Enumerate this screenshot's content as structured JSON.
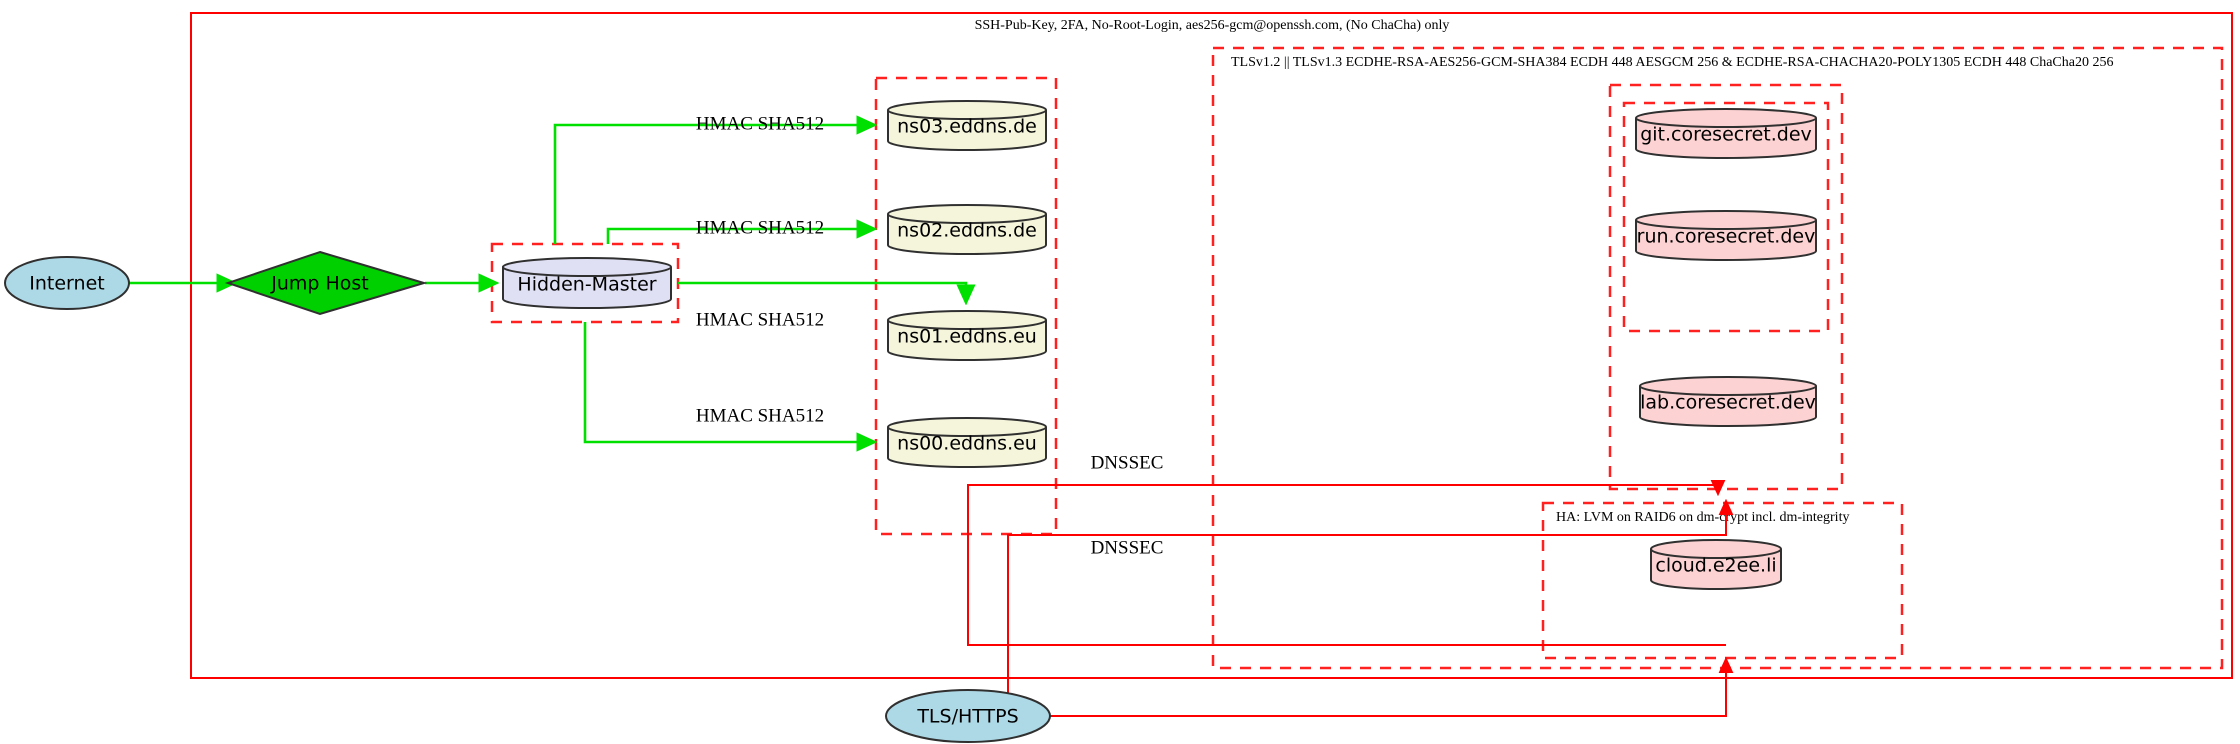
{
  "diagram": {
    "title_top": "SSH-Pub-Key, 2FA, No-Root-Login, aes256-gcm@openssh.com, (No ChaCha) only",
    "clusters": {
      "outer_ssh": {
        "label": "SSH-Pub-Key, 2FA, No-Root-Login, aes256-gcm@openssh.com, (No ChaCha) only",
        "style": "solid",
        "color": "#ff0000"
      },
      "tls": {
        "label": "TLSv1.2 || TLSv1.3 ECDHE-RSA-AES256-GCM-SHA384 ECDH 448 AESGCM 256 & ECDHE-RSA-CHACHA20-POLY1305 ECDH 448 ChaCha20 256",
        "style": "dashed",
        "color": "#ff2020"
      },
      "ha": {
        "label": "HA: LVM on RAID6 on dm-crypt incl. dm-integrity",
        "style": "dashed",
        "color": "#ff2020"
      },
      "hidden_master": {
        "label": "",
        "style": "dashed",
        "color": "#ff2020"
      },
      "nameservers": {
        "label": "",
        "style": "dashed",
        "color": "#ff2020"
      },
      "coresecret_outer": {
        "label": "",
        "style": "dashed",
        "color": "#ff2020"
      },
      "coresecret_inner": {
        "label": "",
        "style": "dashed",
        "color": "#ff2020"
      }
    },
    "nodes": {
      "internet": {
        "label": "Internet",
        "shape": "ellipse",
        "fill": "#add8e6"
      },
      "jump_host": {
        "label": "Jump Host",
        "shape": "diamond",
        "fill": "#00d000"
      },
      "hidden_master": {
        "label": "Hidden-Master",
        "shape": "cylinder",
        "fill": "#e0e0f5"
      },
      "ns03": {
        "label": "ns03.eddns.de",
        "shape": "cylinder",
        "fill": "#f5f5dc"
      },
      "ns02": {
        "label": "ns02.eddns.de",
        "shape": "cylinder",
        "fill": "#f5f5dc"
      },
      "ns01": {
        "label": "ns01.eddns.eu",
        "shape": "cylinder",
        "fill": "#f5f5dc"
      },
      "ns00": {
        "label": "ns00.eddns.eu",
        "shape": "cylinder",
        "fill": "#f5f5dc"
      },
      "git": {
        "label": "git.coresecret.dev",
        "shape": "cylinder",
        "fill": "#fcd2d2"
      },
      "run": {
        "label": "run.coresecret.dev",
        "shape": "cylinder",
        "fill": "#fcd2d2"
      },
      "lab": {
        "label": "lab.coresecret.dev",
        "shape": "cylinder",
        "fill": "#fcd2d2"
      },
      "cloud": {
        "label": "cloud.e2ee.li",
        "shape": "cylinder",
        "fill": "#fcd2d2"
      },
      "tls_https": {
        "label": "TLS/HTTPS",
        "shape": "ellipse",
        "fill": "#add8e6"
      }
    },
    "edges": {
      "hmac_ns03": {
        "label": "HMAC SHA512",
        "color": "#00e000"
      },
      "hmac_ns02": {
        "label": "HMAC SHA512",
        "color": "#00e000"
      },
      "hmac_ns01": {
        "label": "HMAC SHA512",
        "color": "#00e000"
      },
      "hmac_ns00": {
        "label": "HMAC SHA512",
        "color": "#00e000"
      },
      "dnssec_upper": {
        "label": "DNSSEC",
        "color": "#ff0000"
      },
      "dnssec_lower": {
        "label": "DNSSEC",
        "color": "#ff0000"
      }
    }
  }
}
